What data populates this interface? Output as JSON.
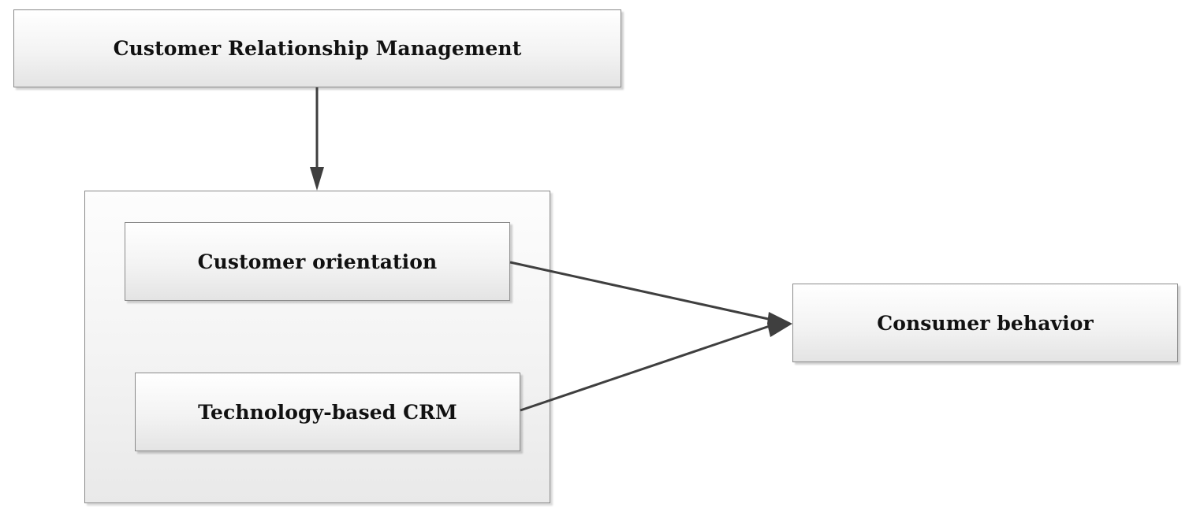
{
  "diagram": {
    "nodes": {
      "crm": {
        "label": "Customer Relationship Management"
      },
      "customer_orientation": {
        "label": "Customer orientation"
      },
      "technology_based_crm": {
        "label": "Technology-based CRM"
      },
      "consumer_behavior": {
        "label": "Consumer behavior"
      }
    },
    "edges": [
      {
        "from": "Customer Relationship Management",
        "to": "group"
      },
      {
        "from": "Customer orientation",
        "to": "Consumer behavior"
      },
      {
        "from": "Technology-based CRM",
        "to": "Consumer behavior"
      }
    ],
    "colors": {
      "arrow": "#3f3f3f",
      "box_border": "#8a8a8a"
    }
  }
}
